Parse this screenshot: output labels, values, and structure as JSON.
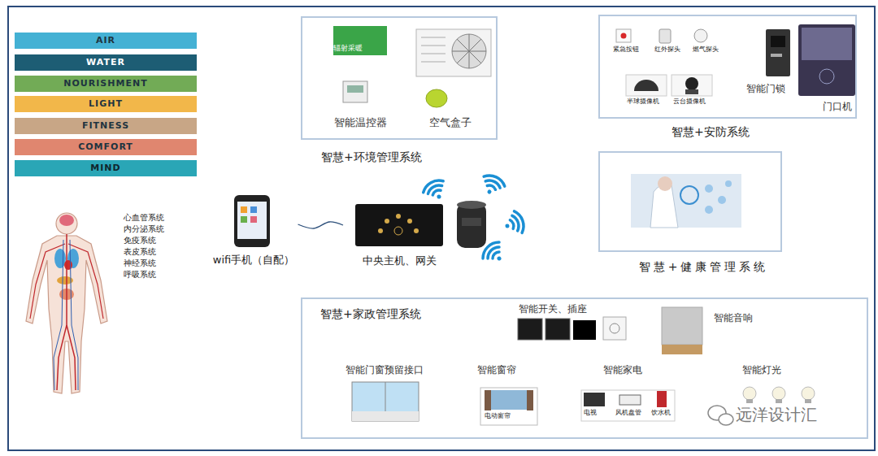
{
  "diagram": {
    "nodes": [
      {
        "text": [
          "AIR"
        ]
      },
      {
        "text": [
          "WATER"
        ]
      },
      {
        "text": [
          "NOURISHMENT"
        ]
      },
      {
        "text": [
          "LIGHT"
        ]
      },
      {
        "text": [
          "FITNESS"
        ]
      },
      {
        "text": [
          "COMFORT"
        ]
      },
      {
        "text": [
          "MIND"
        ]
      },
      {
        "text": [
          "智慧+环境管理系统"
        ]
      },
      {
        "text": [
          "辐射采暖"
        ],
        "in": 7
      },
      {
        "text": [
          "智慧+安防系统"
        ]
      },
      {
        "text": [
          "wifi手机（自配）"
        ]
      },
      {
        "text": [
          "中央主机、网关"
        ]
      },
      {
        "text": [
          "智慧+健康管理系统"
        ]
      },
      {
        "text": [
          "智慧+家政管理系统"
        ]
      }
    ],
    "edges": [
      {
        "from": 10,
        "to": 11,
        "arrow": "none"
      }
    ],
    "labels": [
      "心血管系统",
      "内分泌系统",
      "免疫系统",
      "表皮系统",
      "神经系统",
      "呼吸系统",
      "智能温控器",
      "空气盒子",
      "紧急按钮",
      "红外探头",
      "燃气探头",
      "半球摄像机",
      "云台摄像机",
      "智能门锁",
      "门口机",
      "智能开关、插座",
      "智能音响",
      "智能门窗预留接口",
      "智能窗帘",
      "电动窗帘",
      "智能家电",
      "电视",
      "风机盘管",
      "饮水机",
      "智能灯光",
      "远洋设计汇"
    ]
  }
}
